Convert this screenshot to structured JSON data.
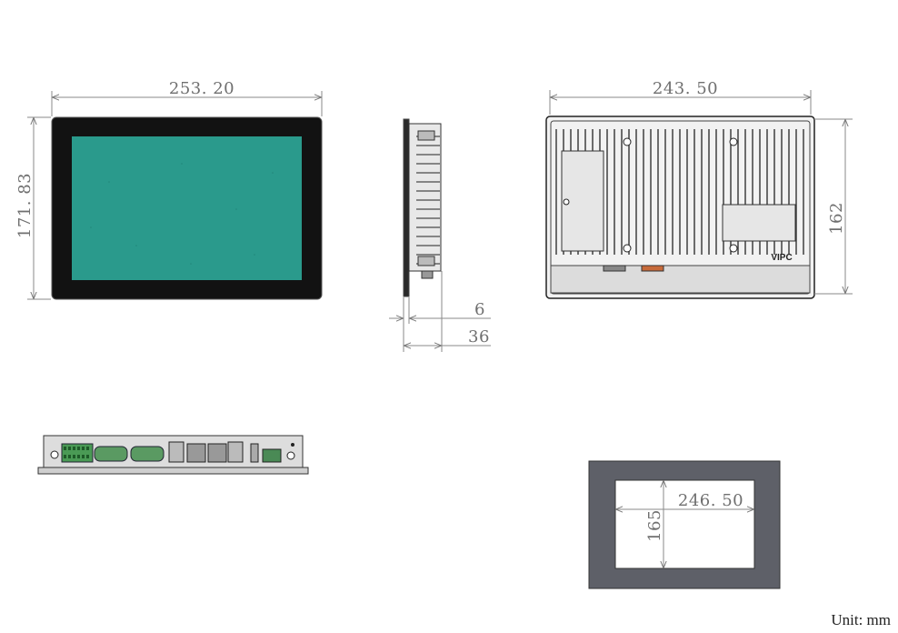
{
  "dimensions": {
    "front_width": "253. 20",
    "front_height": "171. 83",
    "rear_width": "243. 50",
    "rear_height": "162",
    "side_bezel": "6",
    "side_depth": "36",
    "cutout_width": "246. 50",
    "cutout_height": "165"
  },
  "rear_logo": "VIPC",
  "unit_label": "Unit: mm",
  "colors": {
    "screen": "#2a9a8c",
    "bezel": "#121212",
    "cutout_plate": "#5e6068",
    "dimension_text": "#6f6f6f"
  }
}
